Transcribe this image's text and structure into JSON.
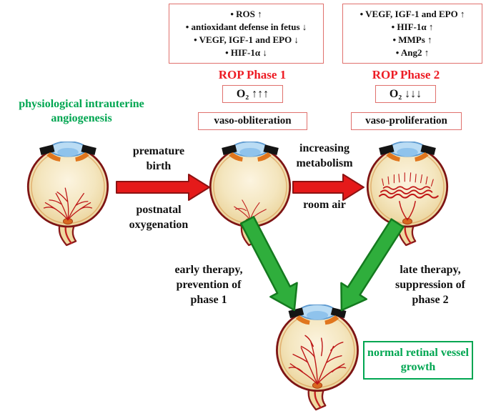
{
  "factor_boxes": {
    "phase1": {
      "items": [
        "ROS ↑",
        "antioxidant defense in fetus ↓",
        "VEGF, IGF-1 and EPO ↓",
        "HIF-1α ↓"
      ]
    },
    "phase2": {
      "items": [
        "VEGF, IGF-1 and EPO ↑",
        "HIF-1α ↑",
        "MMPs ↑",
        "Ang2 ↑"
      ]
    }
  },
  "phase_headings": {
    "phase1": "ROP Phase 1",
    "phase2": "ROP Phase 2"
  },
  "oxygen_boxes": {
    "phase1": "O₂ ↑↑↑",
    "phase2": "O₂ ↓↓↓"
  },
  "state_boxes": {
    "phase1": "vaso-obliteration",
    "phase2": "vaso-proliferation"
  },
  "stage_labels": {
    "intrauterine": "physiological intrauterine angiogenesis",
    "normal_growth": "normal retinal vessel growth"
  },
  "transition_labels": {
    "arrow1_top": "premature birth",
    "arrow1_bottom": "postnatal oxygenation",
    "arrow2_top": "increasing metabolism",
    "arrow2_bottom": "room air",
    "therapy_left": "early therapy, prevention of phase 1",
    "therapy_right": "late therapy, suppression of phase 2"
  },
  "colors": {
    "red_accent": "#ed1c24",
    "box_border_red": "#e0716d",
    "green_accent": "#00a651",
    "arrow_red_fill": "#e51a1a",
    "arrow_red_stroke": "#8c1212",
    "arrow_green_fill": "#2fae3c",
    "arrow_green_stroke": "#147a1f",
    "eye_rim": "#7e1414",
    "vessel_red": "#be1818"
  }
}
